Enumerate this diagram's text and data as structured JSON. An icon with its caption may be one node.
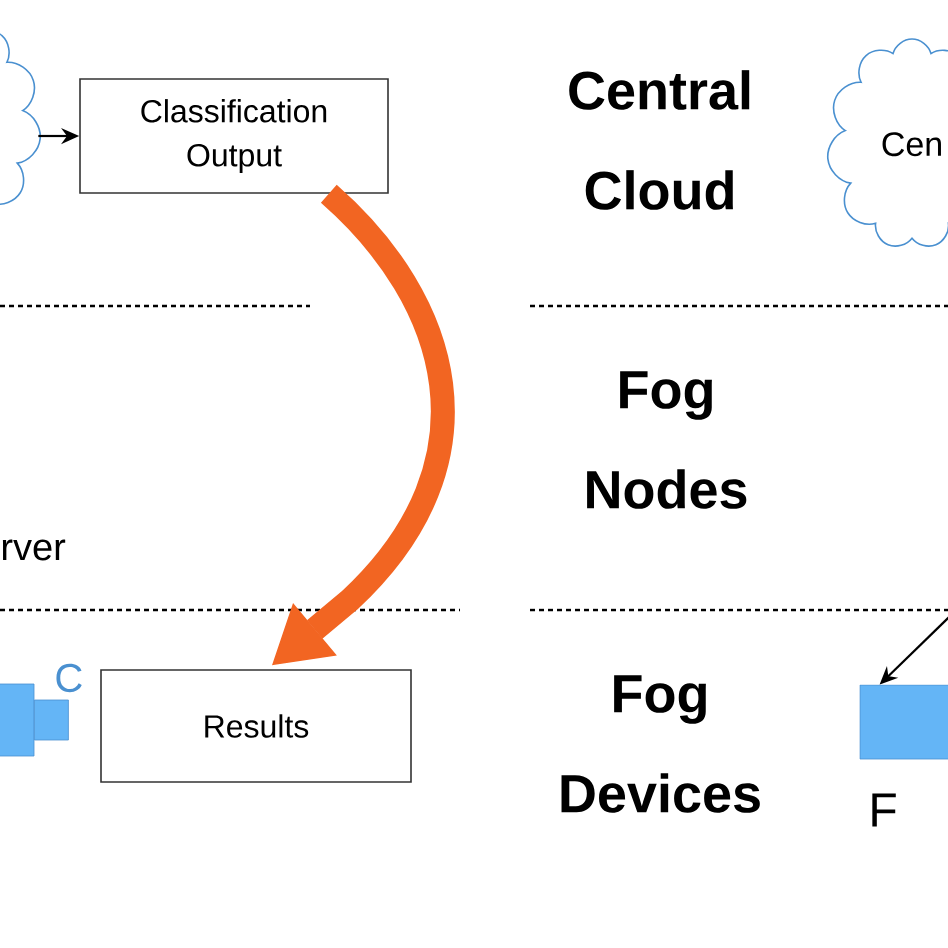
{
  "diagram": {
    "nodes": [
      {
        "text": [],
        "shape": "cloud"
      },
      {
        "text": [
          "Classification Output"
        ]
      },
      {
        "text": [
          "Results"
        ]
      },
      {
        "text": [
          "Cen"
        ]
      },
      {
        "text": [],
        "shape": "box",
        "beside": [
          "F"
        ]
      },
      {
        "text": [],
        "shape": "box",
        "beside": [
          "C"
        ]
      }
    ],
    "edges": [
      {
        "from": 0,
        "to": 1,
        "arrow": "to"
      },
      {
        "from": 1,
        "to": 2,
        "arrow": "to",
        "style": "thick",
        "color": "#f26522"
      },
      {
        "from": null,
        "to": 4,
        "arrow": "to"
      }
    ],
    "labels": [
      "Central Cloud",
      "Fog Nodes",
      "Fog Devices",
      "rver"
    ]
  }
}
